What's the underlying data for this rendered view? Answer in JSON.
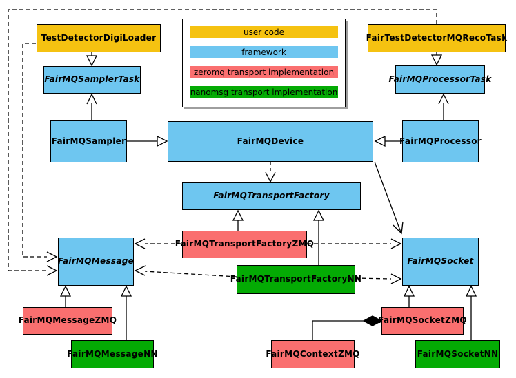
{
  "diagram": {
    "kind": "uml-class-diagram",
    "subject": "FairMQ framework classes and transport implementations"
  },
  "colors": {
    "user_code": "#F5C211",
    "framework": "#6EC6F0",
    "zeromq": "#FA6F6F",
    "nanomsg": "#04AB04",
    "line": "#000000",
    "legend_shadow": "#9E9E9E"
  },
  "legend": {
    "items": [
      {
        "label": "user code",
        "color": "#F5C211"
      },
      {
        "label": "framework",
        "color": "#6EC6F0"
      },
      {
        "label": "zeromq transport implementation",
        "color": "#FA6F6F"
      },
      {
        "label": "nanomsg transport implementation",
        "color": "#04AB04"
      }
    ]
  },
  "nodes": {
    "loader": {
      "label": "TestDetectorDigiLoader",
      "category": "user code",
      "abstract": false
    },
    "recotask": {
      "label": "FairTestDetectorMQRecoTask",
      "category": "user code",
      "abstract": false
    },
    "samplertask": {
      "label": "FairMQSamplerTask",
      "category": "framework",
      "abstract": true
    },
    "processortask": {
      "label": "FairMQProcessorTask",
      "category": "framework",
      "abstract": true
    },
    "sampler": {
      "label": "FairMQSampler",
      "category": "framework",
      "abstract": false
    },
    "processor": {
      "label": "FairMQProcessor",
      "category": "framework",
      "abstract": false
    },
    "device": {
      "label": "FairMQDevice",
      "category": "framework",
      "abstract": false
    },
    "factory": {
      "label": "FairMQTransportFactory",
      "category": "framework",
      "abstract": true
    },
    "factoryzmq": {
      "label": "FairMQTransportFactoryZMQ",
      "category": "zeromq transport implementation",
      "abstract": false
    },
    "factorynn": {
      "label": "FairMQTransportFactoryNN",
      "category": "nanomsg transport implementation",
      "abstract": false
    },
    "message": {
      "label": "FairMQMessage",
      "category": "framework",
      "abstract": true
    },
    "socket": {
      "label": "FairMQSocket",
      "category": "framework",
      "abstract": true
    },
    "messagezmq": {
      "label": "FairMQMessageZMQ",
      "category": "zeromq transport implementation",
      "abstract": false
    },
    "messagenn": {
      "label": "FairMQMessageNN",
      "category": "nanomsg transport implementation",
      "abstract": false
    },
    "contextzmq": {
      "label": "FairMQContextZMQ",
      "category": "zeromq transport implementation",
      "abstract": false
    },
    "socketzmq": {
      "label": "FairMQSocketZMQ",
      "category": "zeromq transport implementation",
      "abstract": false
    },
    "socketnn": {
      "label": "FairMQSocketNN",
      "category": "nanomsg transport implementation",
      "abstract": false
    }
  },
  "edges": [
    {
      "from": "TestDetectorDigiLoader",
      "to": "FairMQSamplerTask",
      "type": "generalization",
      "style": "solid-hollow-triangle"
    },
    {
      "from": "FairTestDetectorMQRecoTask",
      "to": "FairMQProcessorTask",
      "type": "generalization",
      "style": "solid-hollow-triangle"
    },
    {
      "from": "FairMQSampler",
      "to": "FairMQSamplerTask",
      "type": "association",
      "style": "solid-open-arrow"
    },
    {
      "from": "FairMQProcessor",
      "to": "FairMQProcessorTask",
      "type": "association",
      "style": "solid-open-arrow"
    },
    {
      "from": "FairMQSampler",
      "to": "FairMQDevice",
      "type": "generalization",
      "style": "solid-hollow-triangle"
    },
    {
      "from": "FairMQProcessor",
      "to": "FairMQDevice",
      "type": "generalization",
      "style": "solid-hollow-triangle"
    },
    {
      "from": "FairMQDevice",
      "to": "FairMQTransportFactory",
      "type": "dependency",
      "style": "dashed-open-arrow"
    },
    {
      "from": "FairMQDevice",
      "to": "FairMQSocket",
      "type": "association",
      "style": "solid-open-arrow"
    },
    {
      "from": "FairMQTransportFactoryZMQ",
      "to": "FairMQTransportFactory",
      "type": "generalization",
      "style": "solid-hollow-triangle"
    },
    {
      "from": "FairMQTransportFactoryNN",
      "to": "FairMQTransportFactory",
      "type": "generalization",
      "style": "solid-hollow-triangle"
    },
    {
      "from": "FairMQTransportFactoryZMQ",
      "to": "FairMQMessage",
      "type": "dependency",
      "style": "dashed-open-arrow"
    },
    {
      "from": "FairMQTransportFactoryZMQ",
      "to": "FairMQSocket",
      "type": "dependency",
      "style": "dashed-open-arrow"
    },
    {
      "from": "FairMQTransportFactoryNN",
      "to": "FairMQMessage",
      "type": "dependency",
      "style": "dashed-open-arrow"
    },
    {
      "from": "FairMQTransportFactoryNN",
      "to": "FairMQSocket",
      "type": "dependency",
      "style": "dashed-open-arrow"
    },
    {
      "from": "FairMQMessageZMQ",
      "to": "FairMQMessage",
      "type": "generalization",
      "style": "solid-hollow-triangle"
    },
    {
      "from": "FairMQMessageNN",
      "to": "FairMQMessage",
      "type": "generalization",
      "style": "solid-hollow-triangle"
    },
    {
      "from": "FairMQSocketZMQ",
      "to": "FairMQSocket",
      "type": "generalization",
      "style": "solid-hollow-triangle"
    },
    {
      "from": "FairMQSocketNN",
      "to": "FairMQSocket",
      "type": "generalization",
      "style": "solid-hollow-triangle"
    },
    {
      "from": "FairMQContextZMQ",
      "to": "FairMQSocketZMQ",
      "type": "composition",
      "style": "solid-filled-diamond"
    },
    {
      "from": "FairTestDetectorMQRecoTask",
      "to": "FairMQMessage",
      "type": "dependency",
      "style": "dashed-open-arrow"
    },
    {
      "from": "TestDetectorDigiLoader",
      "to": "FairMQMessage",
      "type": "dependency",
      "style": "dashed-open-arrow"
    }
  ]
}
